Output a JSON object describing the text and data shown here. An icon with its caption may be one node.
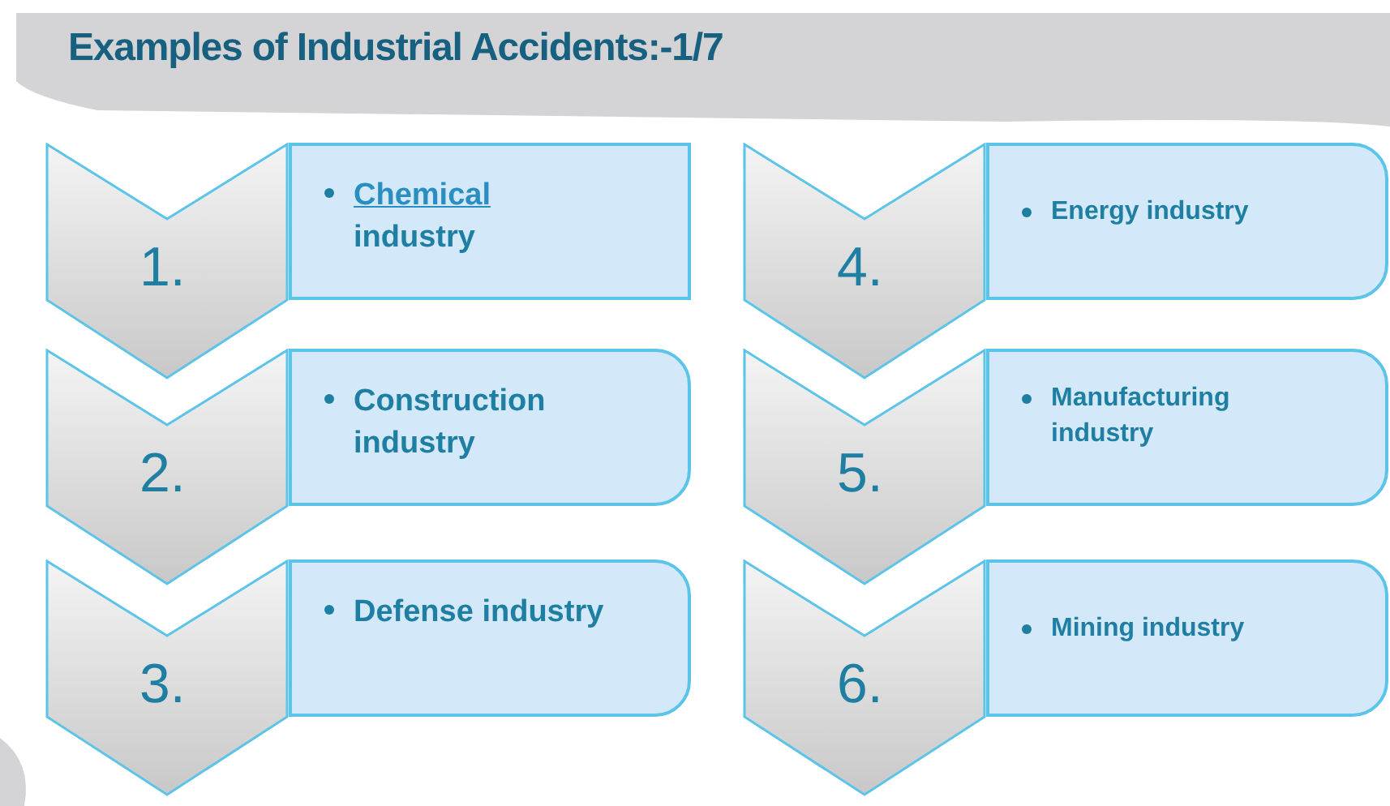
{
  "diagram": {
    "title": "Examples of Industrial Accidents:-1/7",
    "nodes": [
      {
        "text": [
          "1."
        ]
      },
      {
        "text": [
          "Chemical",
          "industry"
        ]
      },
      {
        "text": [
          "2."
        ]
      },
      {
        "text": [
          "Construction industry"
        ]
      },
      {
        "text": [
          "3."
        ]
      },
      {
        "text": [
          "Defense industry"
        ]
      },
      {
        "text": [
          "4."
        ]
      },
      {
        "text": [
          "Energy industry"
        ]
      },
      {
        "text": [
          "5."
        ]
      },
      {
        "text": [
          "Manufacturing industry"
        ]
      },
      {
        "text": [
          "6."
        ]
      },
      {
        "text": [
          "Mining industry"
        ]
      }
    ]
  }
}
